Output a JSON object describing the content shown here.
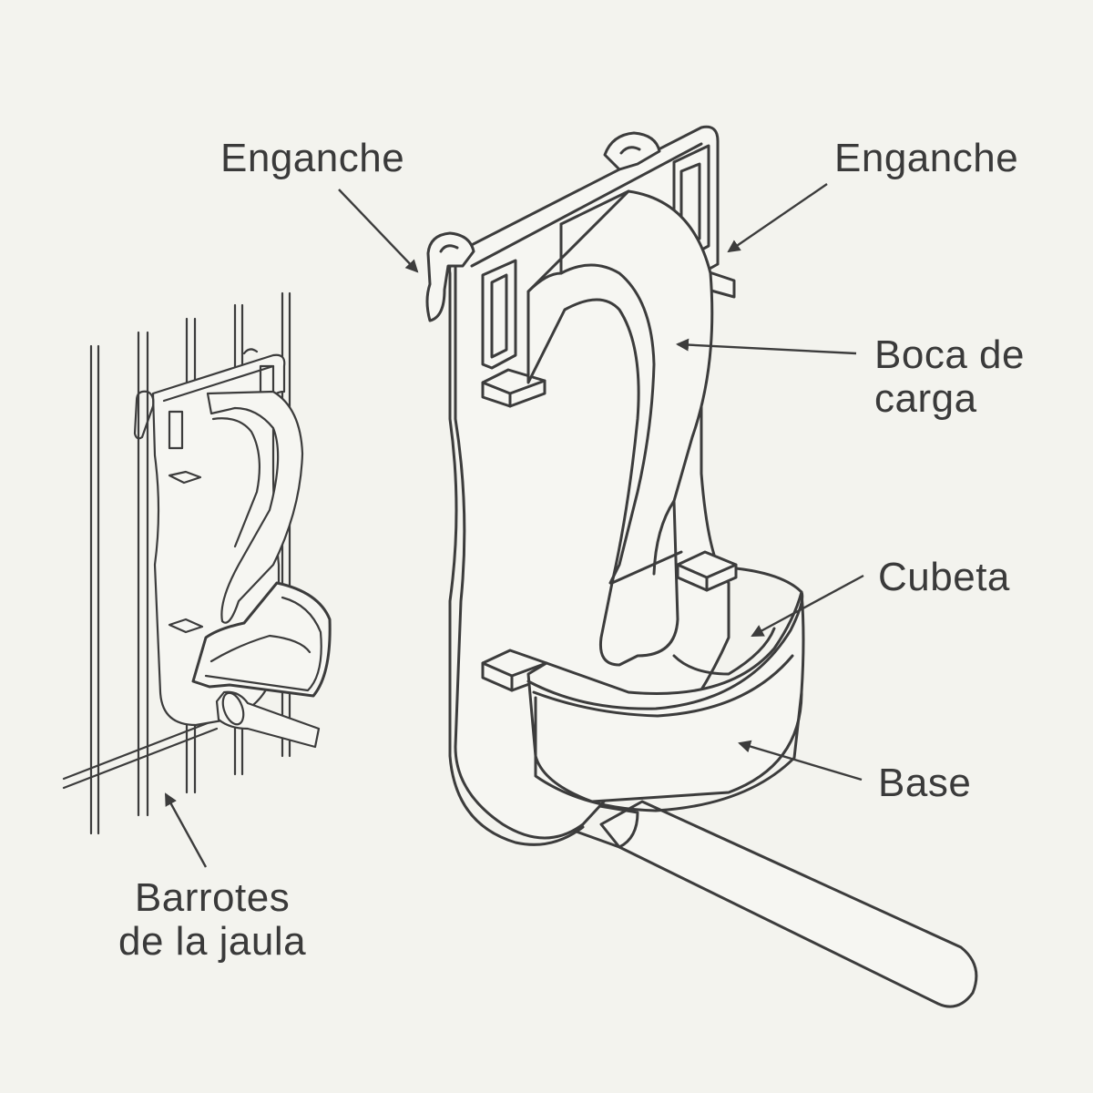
{
  "labels": {
    "enganche_left": "Enganche",
    "enganche_right": "Enganche",
    "boca_line1": "Boca de",
    "boca_line2": "carga",
    "cubeta": "Cubeta",
    "base": "Base",
    "barrotes_line1": "Barrotes",
    "barrotes_line2": "de la jaula"
  },
  "colors": {
    "background": "#f3f3ee",
    "line": "#3c3c3c",
    "text": "#3a3a3a"
  }
}
